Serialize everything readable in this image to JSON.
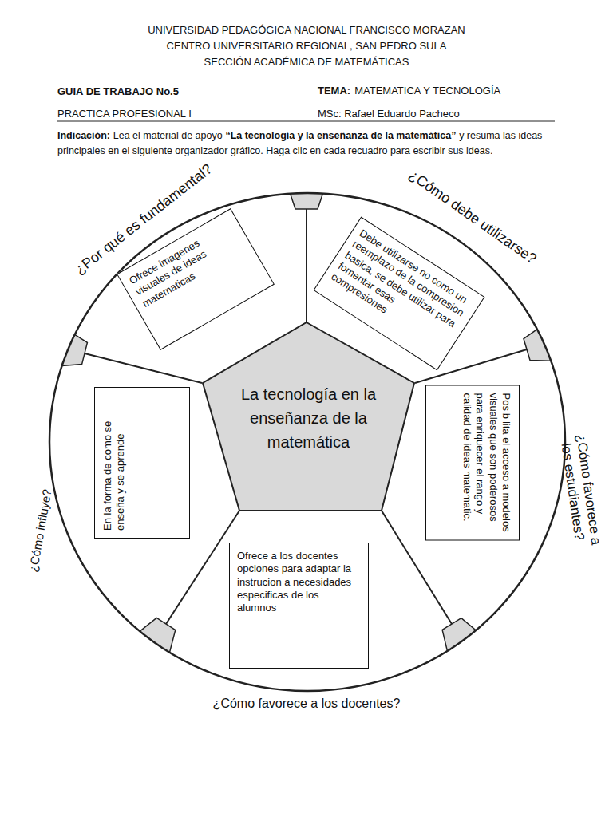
{
  "diagram": {
    "nodes": [
      {
        "text": [
          "Ofrece imagenes visuales de ideas matematicas"
        ]
      },
      {
        "text": [
          "Debe utilizarse no como un reemplazo de la compresion basica, se debe utilizar para fomentar esas compresiones"
        ]
      },
      {
        "text": [
          "En la forma de como se enseña y se aprende"
        ]
      },
      {
        "text": [
          "La tecnología en la enseñanza de la matemática"
        ]
      },
      {
        "text": [
          "Posibilita el acceso a modelos visuales que son poderosos para enriquecer el rango y calidad de ideas matematic."
        ]
      },
      {
        "text": [
          "Ofrece a los docentes opciones para adaptar la instrucion a necesidades especificas de los alumnos"
        ]
      }
    ],
    "labels": [
      "UNIVERSIDAD PEDAGÓGICA NACIONAL FRANCISCO MORAZAN",
      "CENTRO UNIVERSITARIO REGIONAL, SAN PEDRO SULA",
      "SECCIÓN ACADÉMICA DE MATEMÁTICAS",
      "GUIA DE TRABAJO No.5",
      "TEMA:",
      "MATEMATICA Y TECNOLOGÍA",
      "PRACTICA PROFESIONAL I",
      "MSc: Rafael Eduardo Pacheco",
      "Indicación:",
      "Lea el material de apoyo",
      "“La tecnología y la enseñanza de la matemática”",
      "y resuma las ideas principales en el siguiente organizador gráfico. Haga clic en cada recuadro para escribir sus ideas.",
      "¿Por qué es fundamental?",
      "¿Cómo debe utilizarse?",
      "¿Cómo favorece a los estudiantes?",
      "¿Cómo influye?",
      "¿Cómo favorece a los docentes?"
    ]
  }
}
